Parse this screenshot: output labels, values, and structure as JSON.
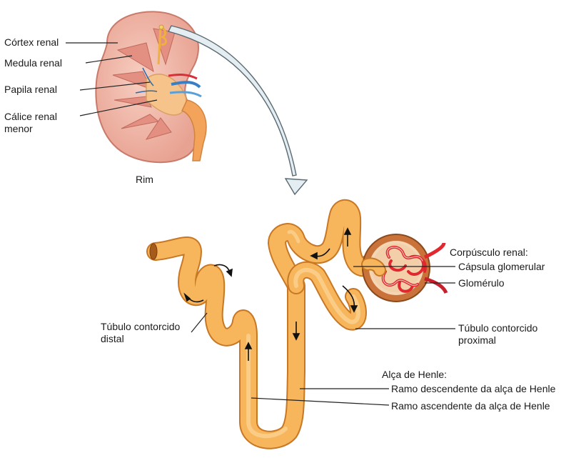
{
  "kidney": {
    "caption": "Rim",
    "labels": {
      "cortex": "Córtex renal",
      "medulla": "Medula renal",
      "papilla": "Papila renal",
      "calyx_line1": "Cálice renal",
      "calyx_line2": "menor"
    }
  },
  "nephron": {
    "corpuscle": {
      "title": "Corpúsculo renal:",
      "capsule": "Cápsula glomerular",
      "glomerulus": "Glomérulo"
    },
    "proximal_line1": "Túbulo contorcido",
    "proximal_line2": "proximal",
    "distal_line1": "Túbulo contorcido",
    "distal_line2": "distal",
    "loop": {
      "title": "Alça de Henle:",
      "descending": "Ramo descendente da alça de Henle",
      "ascending": "Ramo ascendente da alça de Henle"
    }
  },
  "colors": {
    "tubule": "#f7b55c",
    "tubule_edge": "#d98a2f",
    "capsule": "#c9733a",
    "glomerulus": "#e0282e",
    "kidney_cortex": "#f2b9a8",
    "kidney_medulla": "#e89a8c",
    "arrow_fill": "#e4edf1"
  }
}
